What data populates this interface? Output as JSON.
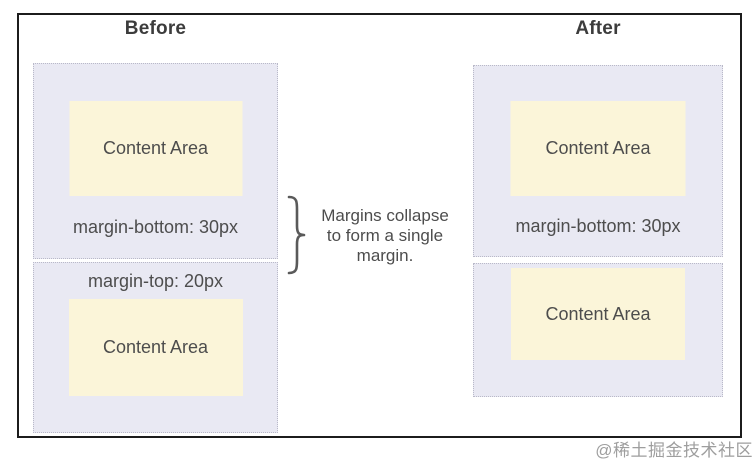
{
  "colors": {
    "panel_fill": "#e9e9f3",
    "panel_border": "#b9b9c8",
    "content_fill": "#fbf5d9",
    "text": "#4d4d4d",
    "title": "#3c3c3c",
    "frame_border": "#1c1c1c",
    "brace": "#5a5a5a",
    "watermark": "#9e9e9e"
  },
  "before": {
    "title": "Before",
    "block1": {
      "content_label": "Content Area",
      "margin_label": "margin-bottom: 30px"
    },
    "block2": {
      "margin_label": "margin-top: 20px",
      "content_label": "Content Area"
    }
  },
  "after": {
    "title": "After",
    "block1": {
      "content_label": "Content Area",
      "margin_label": "margin-bottom: 30px"
    },
    "block2": {
      "content_label": "Content Area"
    }
  },
  "annotation": {
    "full_text": "Margins collapse to form a single margin.",
    "lines": [
      "Margins collapse",
      "to form a single",
      "margin."
    ]
  },
  "watermark": "@稀土掘金技术社区"
}
